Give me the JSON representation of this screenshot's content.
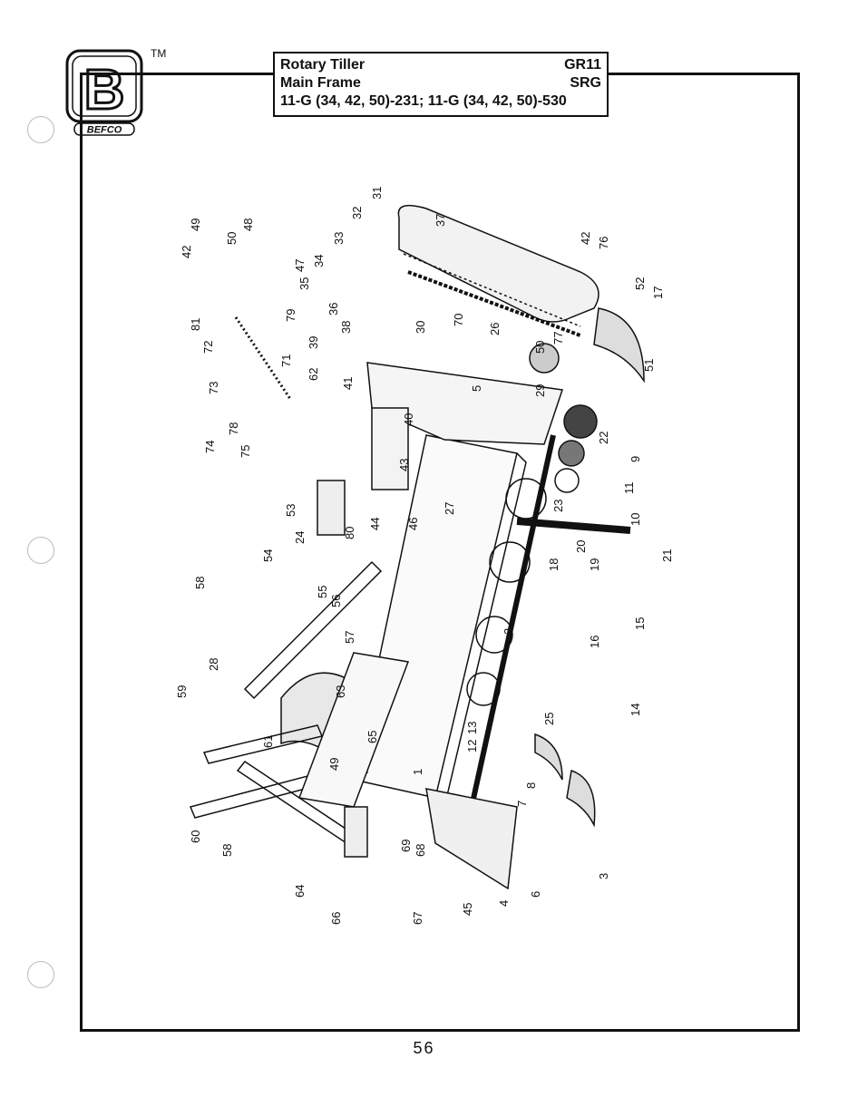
{
  "brand": {
    "name": "BEFCO",
    "trademark": "TM",
    "logo_letter": "B"
  },
  "header": {
    "line1_left": "Rotary Tiller",
    "line1_right": "GR11",
    "line2_left": "Main Frame",
    "line2_right": "SRG",
    "line3": "11-G (34, 42, 50)-231; 11-G (34, 42, 50)-530"
  },
  "callouts": [
    "1",
    "2",
    "3",
    "4",
    "5",
    "6",
    "7",
    "8",
    "9",
    "10",
    "11",
    "12",
    "13",
    "14",
    "15",
    "16",
    "17",
    "18",
    "19",
    "20",
    "21",
    "22",
    "23",
    "24",
    "25",
    "26",
    "27",
    "28",
    "29",
    "30",
    "31",
    "32",
    "33",
    "34",
    "35",
    "36",
    "37",
    "38",
    "39",
    "40",
    "41",
    "42",
    "43",
    "44",
    "45",
    "46",
    "47",
    "48",
    "49",
    "50",
    "51",
    "52",
    "53",
    "54",
    "55",
    "56",
    "57",
    "58",
    "59",
    "60",
    "61",
    "62",
    "63",
    "64",
    "65",
    "66",
    "67",
    "68",
    "69",
    "70",
    "71",
    "72",
    "73",
    "74",
    "75",
    "76",
    "77",
    "78",
    "79",
    "80",
    "81"
  ],
  "page_number": "56"
}
